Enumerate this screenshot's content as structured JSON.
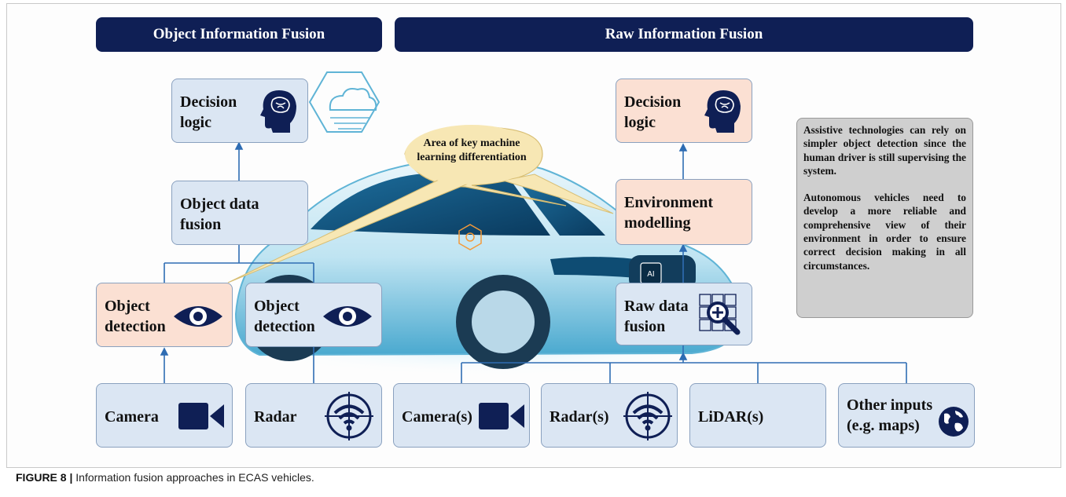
{
  "headers": {
    "object": "Object Information Fusion",
    "raw": "Raw Information Fusion"
  },
  "object_fusion": {
    "decision_logic": "Decision logic",
    "object_data_fusion": "Object data fusion",
    "object_detection_1": "Object detection",
    "object_detection_2": "Object detection",
    "camera": "Camera",
    "radar": "Radar"
  },
  "raw_fusion": {
    "decision_logic": "Decision logic",
    "environment_modelling": "Environment modelling",
    "raw_data_fusion": "Raw data fusion",
    "cameras": "Camera(s)",
    "radars": "Radar(s)",
    "lidars": "LiDAR(s)",
    "other_inputs": "Other inputs (e.g. maps)"
  },
  "callout": "Area of key machine learning differentiation",
  "note": {
    "p1": "Assistive technologies can rely on simpler object detection since the human driver is still supervising the system.",
    "p2": "Autonomous vehicles need to develop a more reliable and comprehensive view of their environment in order to ensure correct decision making in all circumstances."
  },
  "car_chip_label": "AI",
  "caption": {
    "label": "FIGURE 8 |",
    "text": "Information fusion approaches in ECAS vehicles."
  },
  "colors": {
    "header_bg": "#0f1f55",
    "box_blue": "#dbe6f3",
    "box_pink": "#fbe0d3",
    "connector": "#2f6db3",
    "callout": "#f7e7b4",
    "note_bg": "#cfcfcf"
  },
  "icons": [
    "brain-head-icon",
    "cloud-icon",
    "eye-icon",
    "video-camera-icon",
    "radar-icon",
    "magnifier-grid-icon",
    "globe-icon",
    "gear-icon",
    "chip-icon"
  ]
}
